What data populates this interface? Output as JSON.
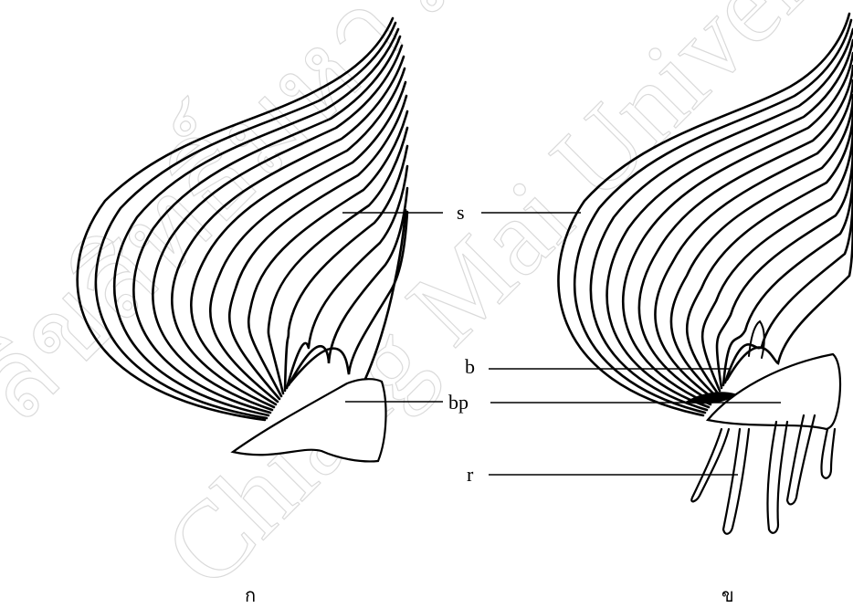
{
  "labels": {
    "s": "s",
    "b": "b",
    "bp": "bp",
    "r": "r"
  },
  "panels": {
    "left": "ก",
    "right": "ข"
  },
  "watermark": {
    "line1": "ลิขสิทธิ์มหาวิทยาลัยเชียงใหม่",
    "line2": "Chiang Mai University"
  },
  "colors": {
    "ink": "#000000",
    "watermark": "#d2d2d2"
  }
}
